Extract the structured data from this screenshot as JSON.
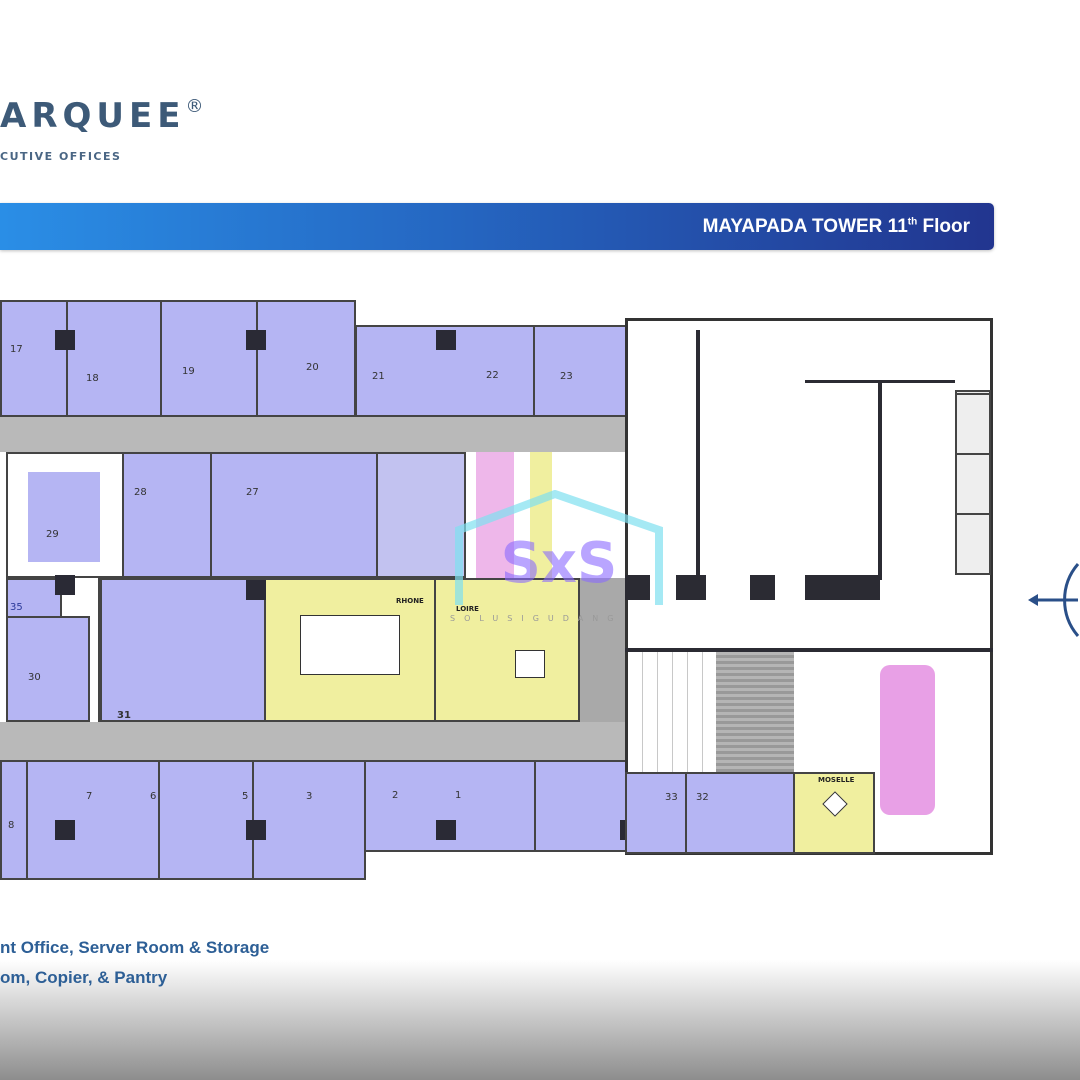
{
  "logo": {
    "name": "ARQUEE",
    "reg": "®",
    "tagline": "CUTIVE OFFICES"
  },
  "banner": {
    "title": "MAYAPADA TOWER 11",
    "sup": "th",
    "suffix": " Floor",
    "colors": {
      "start": "#2a8ee6",
      "end": "#22358f"
    }
  },
  "plan": {
    "room_numbers": [
      "17",
      "18",
      "19",
      "20",
      "21",
      "22",
      "23",
      "28",
      "27",
      "29",
      "35",
      "30",
      "31",
      "8",
      "7",
      "6",
      "5",
      "3",
      "2",
      "1",
      "33",
      "32"
    ],
    "meeting_rooms": [
      "RHONE",
      "LOIRE",
      "MOSELLE"
    ],
    "colors": {
      "office": "#b5b5f3",
      "meeting": "#f0ef9f",
      "conference": "#e8a0e6",
      "corridor": "#b9b9b9"
    }
  },
  "legend": [
    "nt Office, Server Room & Storage",
    "om, Copier, & Pantry"
  ],
  "watermark": {
    "text": "SOLUSIGUDANG",
    "logo": "SxS"
  }
}
